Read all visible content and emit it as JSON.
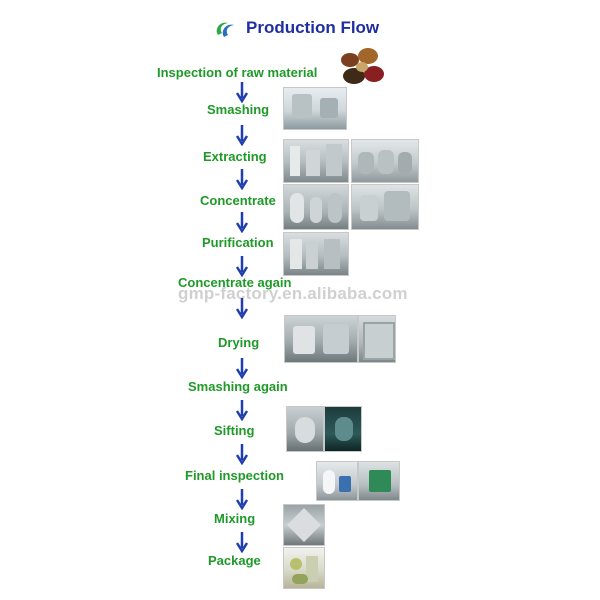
{
  "header": {
    "title": "Production Flow",
    "logo_icon": "swirl-logo-icon"
  },
  "steps": [
    "Inspection of raw material",
    "Smashing",
    "Extracting",
    "Concentrate",
    "Purification",
    "Concentrate again",
    "Drying",
    "Smashing again",
    "Sifting",
    "Final inspection",
    "Mixing",
    "Package"
  ],
  "watermark": "gmp-factory.en.alibaba.com",
  "colors": {
    "title": "#1f2fa0",
    "step_text": "#1f9a28",
    "arrow": "#1f3fb0"
  }
}
